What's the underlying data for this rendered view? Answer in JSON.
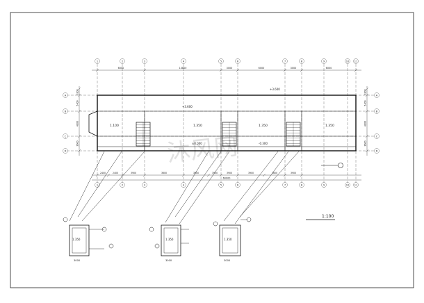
{
  "drawing": {
    "scale_label": "1:100",
    "watermark": "沐风网",
    "grid_bubbles_top": [
      "1",
      "2",
      "3",
      "4",
      "5",
      "6",
      "7",
      "8",
      "9",
      "10",
      "11"
    ],
    "grid_bubbles_left": [
      "A",
      "B",
      "C",
      "D"
    ],
    "grid_bubbles_right": [
      "A",
      "B",
      "C",
      "D"
    ],
    "top_dimensions": [
      "6000",
      "13800",
      "3000",
      "6000",
      "3000",
      "6000"
    ],
    "bottom_dimensions": [
      "2400",
      "2400",
      "3900",
      "3600",
      "3000",
      "3900",
      "3900",
      "3900",
      "3600",
      "3900"
    ],
    "bottom_total": "60000",
    "left_dimensions": [
      "1800",
      "5400",
      "4800",
      "3600"
    ],
    "right_dimensions": [
      "1800",
      "5400",
      "4800",
      "3600"
    ],
    "room_labels": [
      "1.100",
      "1.350",
      "1.350",
      "1.350"
    ],
    "elevation_tags": [
      "±0.000",
      "-0.300",
      "+3.600",
      "+3.600"
    ],
    "detail_labels": [
      "1.350",
      "1.350",
      "1.350"
    ],
    "detail_dims": [
      "3000",
      "3000",
      "3000"
    ]
  }
}
